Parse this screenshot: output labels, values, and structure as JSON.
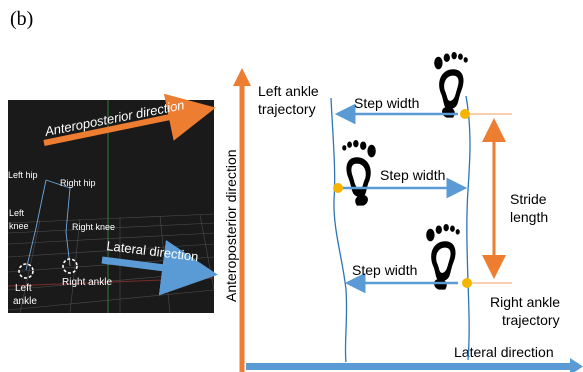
{
  "panel_label": "(b)",
  "scene": {
    "anteroposterior_arrow": "Anteroposterior direction",
    "lateral_arrow": "Lateral direction",
    "joints": {
      "left_hip": "Left hip",
      "right_hip": "Right hip",
      "left_knee": "Left\nknee",
      "right_knee": "Right knee",
      "left_ankle": "Left\nankle",
      "right_ankle": "Right ankle"
    }
  },
  "schematic": {
    "vertical_axis_label": "Anteroposterior direction",
    "horizontal_axis_label": "Lateral direction",
    "left_trajectory_label": [
      "Left ankle",
      "trajectory"
    ],
    "right_trajectory_label": [
      "Right ankle",
      "trajectory"
    ],
    "step_width_labels": [
      "Step width",
      "Step width",
      "Step width"
    ],
    "stride_label": [
      "Stride",
      "length"
    ]
  },
  "colors": {
    "orange": "#ed7d31",
    "blue": "#5b9bd5",
    "ankle_marker": "#f4b400",
    "trajectory": "#2e75b6",
    "scene_bg": "#1a1a1a"
  },
  "icons": [
    "footprint-icon",
    "footprint-icon",
    "footprint-icon"
  ]
}
